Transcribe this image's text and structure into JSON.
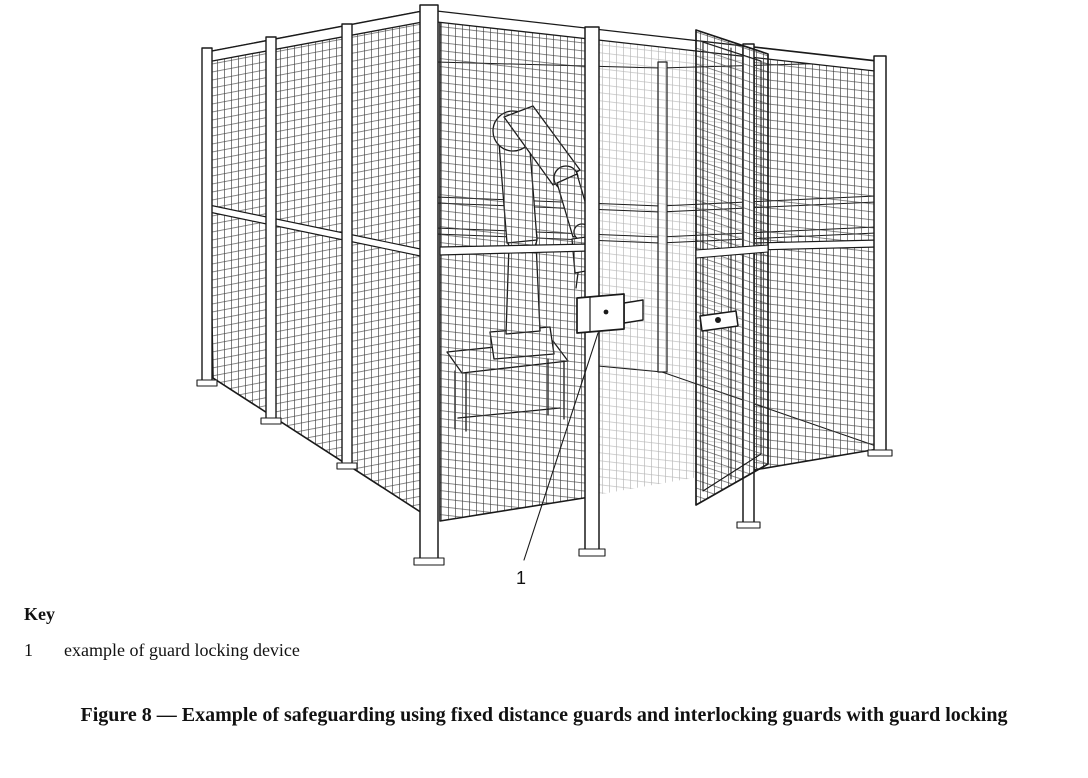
{
  "figure": {
    "illustration": {
      "callout_1": "1"
    },
    "key": {
      "title": "Key",
      "items": [
        {
          "ref": "1",
          "description": "example of guard locking device"
        }
      ]
    },
    "caption": "Figure 8 — Example of safeguarding using fixed distance guards and interlocking guards with guard locking"
  },
  "colors": {
    "line": "#1a1a1a",
    "mesh": "#3f3f3f",
    "text": "#111111",
    "background": "#ffffff"
  }
}
